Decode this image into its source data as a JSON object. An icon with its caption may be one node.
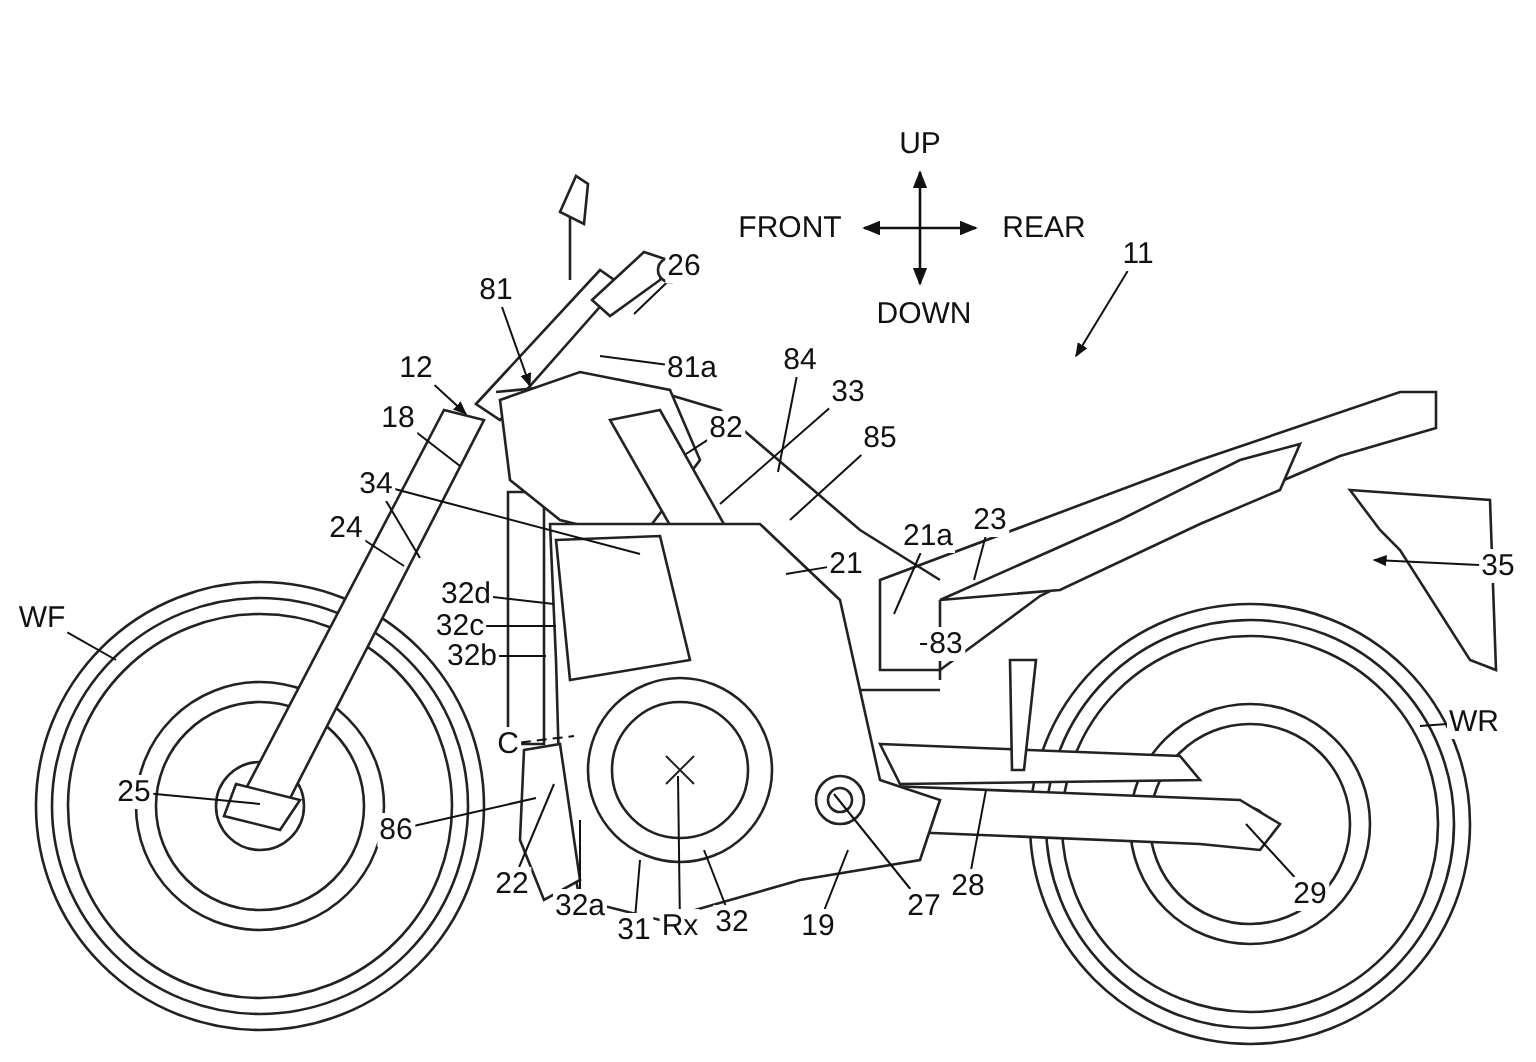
{
  "diagram": {
    "nodes": [
      {
        "text": [
          "81"
        ]
      },
      {
        "text": [
          "26"
        ]
      },
      {
        "text": [
          "11"
        ]
      },
      {
        "text": [
          "12"
        ]
      },
      {
        "text": [
          "81a"
        ]
      },
      {
        "text": [
          "84"
        ]
      },
      {
        "text": [
          "33"
        ]
      },
      {
        "text": [
          "18"
        ]
      },
      {
        "text": [
          "82"
        ]
      },
      {
        "text": [
          "85"
        ]
      },
      {
        "text": [
          "34"
        ]
      },
      {
        "text": [
          "23"
        ]
      },
      {
        "text": [
          "21a"
        ]
      },
      {
        "text": [
          "24"
        ]
      },
      {
        "text": [
          "21"
        ]
      },
      {
        "text": [
          "35"
        ]
      },
      {
        "text": [
          "32d"
        ]
      },
      {
        "text": [
          "WF"
        ]
      },
      {
        "text": [
          "83"
        ]
      },
      {
        "text": [
          "32c"
        ]
      },
      {
        "text": [
          "32b"
        ]
      },
      {
        "text": [
          "WR"
        ]
      },
      {
        "text": [
          "C"
        ]
      },
      {
        "text": [
          "25"
        ]
      },
      {
        "text": [
          "86"
        ]
      },
      {
        "text": [
          "22"
        ]
      },
      {
        "text": [
          "27"
        ]
      },
      {
        "text": [
          "28"
        ]
      },
      {
        "text": [
          "29"
        ]
      },
      {
        "text": [
          "32a"
        ]
      },
      {
        "text": [
          "19"
        ]
      },
      {
        "text": [
          "31"
        ]
      },
      {
        "text": [
          "Rx"
        ]
      },
      {
        "text": [
          "32"
        ]
      }
    ],
    "edges": [
      {
        "from": 0,
        "to": null,
        "arrow": "to"
      },
      {
        "from": 1,
        "to": null,
        "arrow": "none"
      },
      {
        "from": 2,
        "to": null,
        "arrow": "to"
      },
      {
        "from": 3,
        "to": null,
        "arrow": "to"
      },
      {
        "from": 4,
        "to": null,
        "arrow": "none"
      },
      {
        "from": 5,
        "to": null,
        "arrow": "none"
      },
      {
        "from": 6,
        "to": null,
        "arrow": "none"
      },
      {
        "from": 7,
        "to": null,
        "arrow": "none"
      },
      {
        "from": 8,
        "to": null,
        "arrow": "none"
      },
      {
        "from": 9,
        "to": null,
        "arrow": "none"
      },
      {
        "from": 10,
        "to": null,
        "arrow": "none"
      },
      {
        "from": 10,
        "to": null,
        "arrow": "none"
      },
      {
        "from": 11,
        "to": null,
        "arrow": "none"
      },
      {
        "from": 12,
        "to": null,
        "arrow": "none"
      },
      {
        "from": 13,
        "to": null,
        "arrow": "none"
      },
      {
        "from": 14,
        "to": null,
        "arrow": "none"
      },
      {
        "from": 15,
        "to": null,
        "arrow": "to"
      },
      {
        "from": 16,
        "to": null,
        "arrow": "none"
      },
      {
        "from": 17,
        "to": null,
        "arrow": "none"
      },
      {
        "from": 18,
        "to": null,
        "arrow": "none"
      },
      {
        "from": 19,
        "to": null,
        "arrow": "none"
      },
      {
        "from": 20,
        "to": null,
        "arrow": "none"
      },
      {
        "from": 21,
        "to": null,
        "arrow": "none"
      },
      {
        "from": 22,
        "to": null,
        "arrow": "none",
        "style": "dashed"
      },
      {
        "from": 23,
        "to": null,
        "arrow": "none"
      },
      {
        "from": 24,
        "to": null,
        "arrow": "none"
      },
      {
        "from": 25,
        "to": null,
        "arrow": "none"
      },
      {
        "from": 26,
        "to": null,
        "arrow": "none"
      },
      {
        "from": 27,
        "to": null,
        "arrow": "none"
      },
      {
        "from": 28,
        "to": null,
        "arrow": "none"
      },
      {
        "from": 29,
        "to": null,
        "arrow": "none"
      },
      {
        "from": 30,
        "to": null,
        "arrow": "none"
      },
      {
        "from": 31,
        "to": null,
        "arrow": "none"
      },
      {
        "from": 32,
        "to": null,
        "arrow": "none"
      },
      {
        "from": 33,
        "to": null,
        "arrow": "none"
      }
    ],
    "labels": [
      "UP",
      "FRONT",
      "REAR",
      "DOWN"
    ]
  }
}
